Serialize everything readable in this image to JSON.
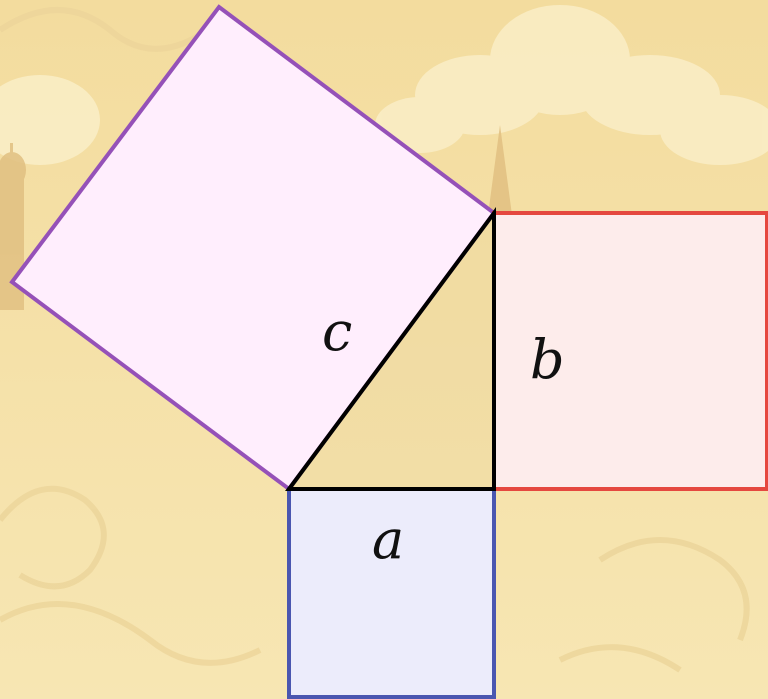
{
  "diagram": {
    "labels": {
      "a": "a",
      "b": "b",
      "c": "c"
    },
    "colors": {
      "background_top": "#f3dc9e",
      "background_bottom": "#f7e6b3",
      "square_a_fill": "#ececfb",
      "square_a_stroke": "#4a56b0",
      "square_b_fill": "#fdeceb",
      "square_b_stroke": "#e5483f",
      "square_c_fill": "#ffeefd",
      "square_c_stroke": "#9551b8",
      "triangle_fill": "#ebd49c",
      "triangle_stroke": "#000000"
    }
  }
}
